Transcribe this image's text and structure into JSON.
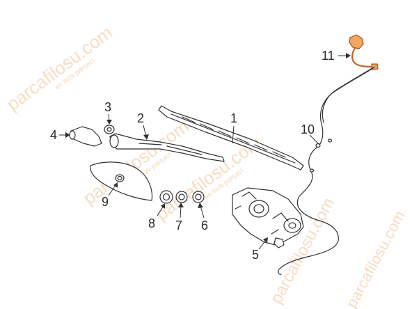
{
  "watermark": {
    "brand": "parcafilosu.com",
    "tagline": "en hızlı parçacı"
  },
  "callouts": {
    "c1": "1",
    "c2": "2",
    "c3": "3",
    "c4": "4",
    "c5": "5",
    "c6": "6",
    "c7": "7",
    "c8": "8",
    "c9": "9",
    "c10": "10",
    "c11": "11"
  },
  "colors": {
    "highlight": "#f2a660",
    "highlight_stroke": "#c2651f",
    "line": "#2f2f2f",
    "watermark": "#f6dcc4"
  }
}
